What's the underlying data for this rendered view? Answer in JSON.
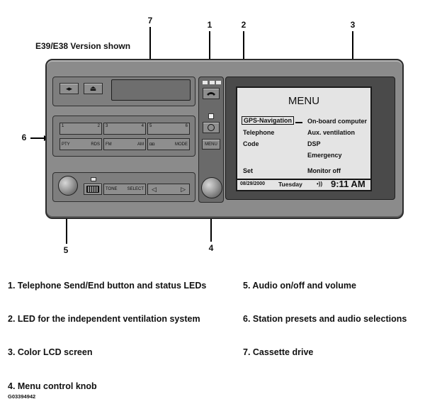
{
  "header": {
    "version_note": "E39/E38 Version shown"
  },
  "callouts": [
    "7",
    "1",
    "2",
    "3",
    "6",
    "5",
    "4"
  ],
  "radio": {
    "arrow_lr": "◂▸",
    "eject": "⏏",
    "presets": [
      {
        "left": "1",
        "right": "2"
      },
      {
        "left": "3",
        "right": "4"
      },
      {
        "left": "5",
        "right": "6"
      }
    ],
    "bottom_buttons": {
      "pty": "PTY",
      "rds": "RDS",
      "fm": "FM",
      "am": "AM",
      "dolby": "◘◘",
      "mode": "MODE"
    },
    "tone": "TONE",
    "select": "SELECT",
    "seek_left": "◁",
    "seek_right": "▷",
    "menu_button": "MENU"
  },
  "screen": {
    "title": "MENU",
    "left_items": [
      "GPS-Navigation",
      "Telephone",
      "Code",
      "Set"
    ],
    "right_items": [
      "On-board computer",
      "Aux. ventilation",
      "DSP",
      "Emergency",
      "Monitor off"
    ],
    "date": "08/29/2000",
    "day": "Tuesday",
    "signal": "•))",
    "time": "9:11 AM"
  },
  "legend": {
    "left": [
      "1. Telephone Send/End button and status LEDs",
      "2. LED for the independent ventilation system",
      "3. Color LCD screen",
      "4. Menu control knob"
    ],
    "right": [
      "5. Audio on/off and volume",
      "6. Station presets and audio selections",
      "7. Cassette drive"
    ]
  },
  "footer_code": "G03394942"
}
